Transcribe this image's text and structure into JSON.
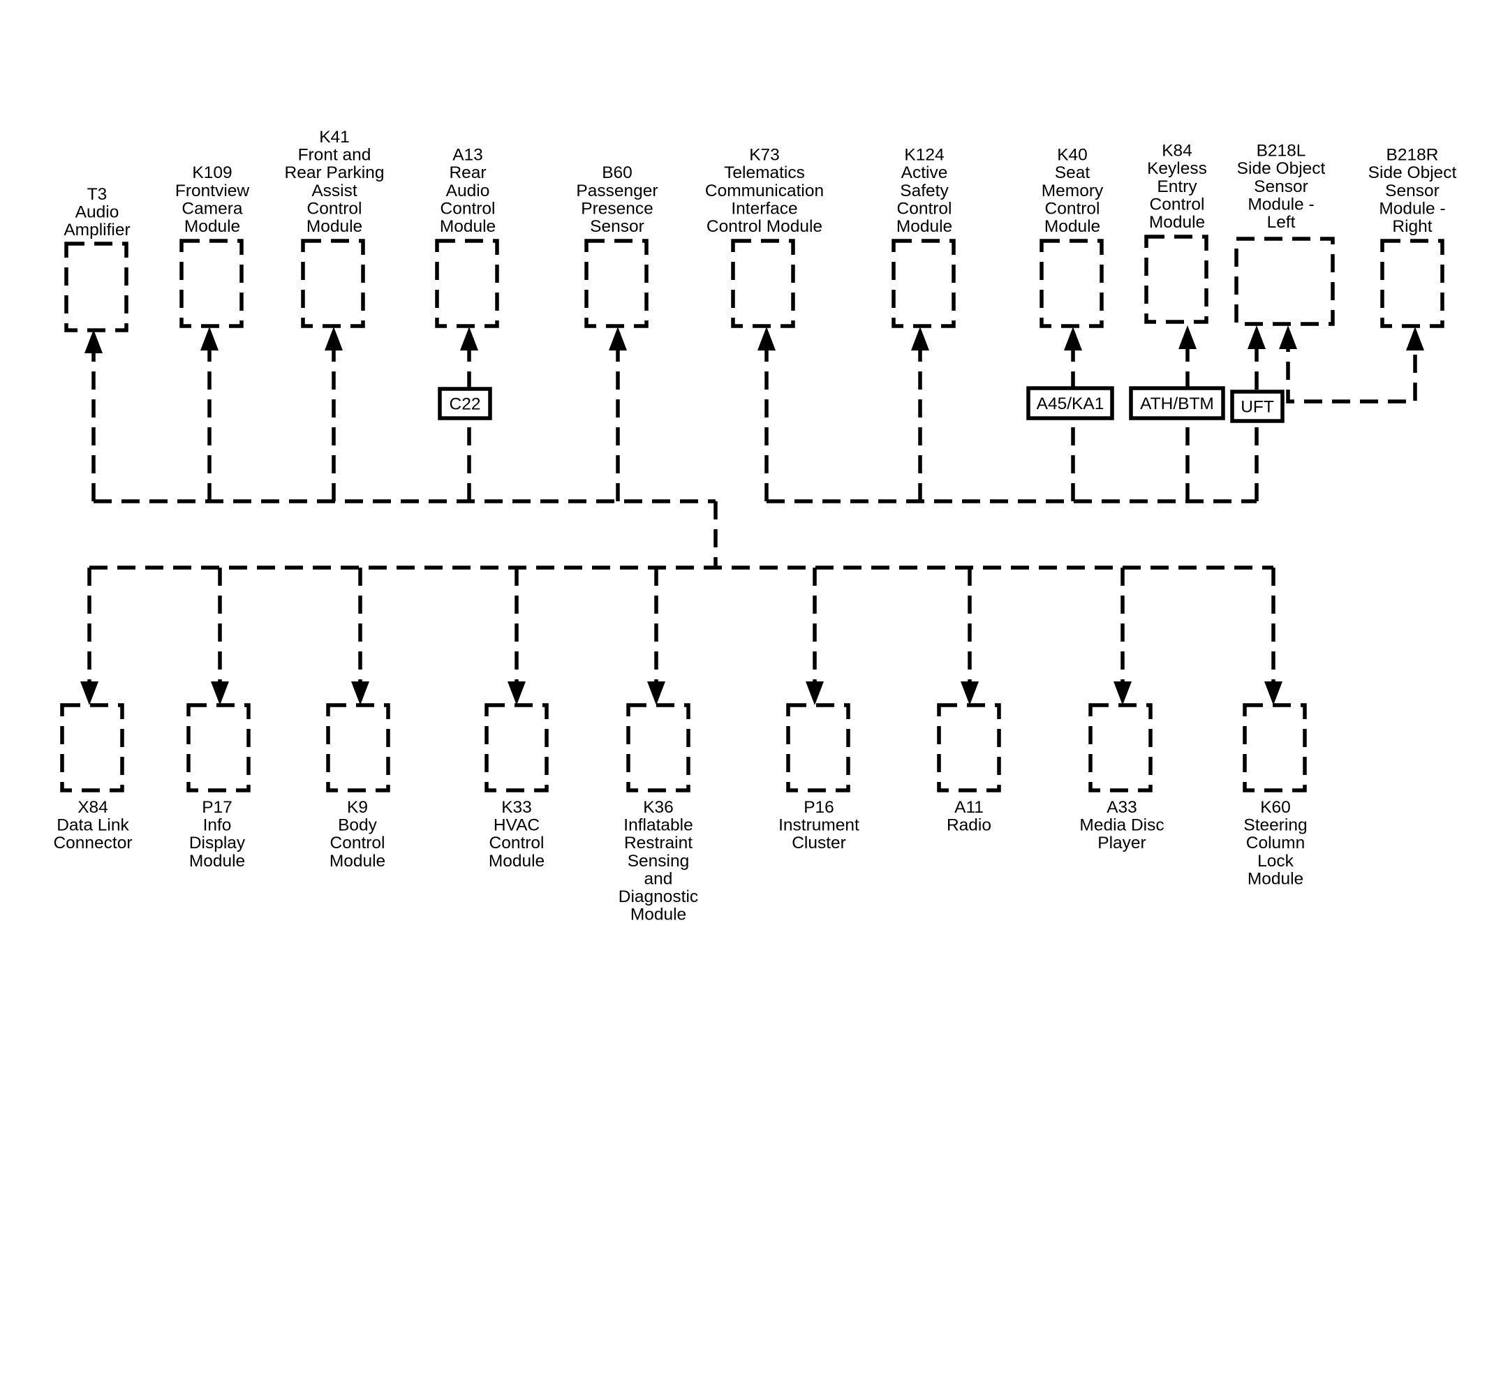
{
  "top_modules": [
    {
      "id": "t3",
      "lines": [
        "T3",
        "Audio",
        "Amplifier"
      ]
    },
    {
      "id": "k109",
      "lines": [
        "K109",
        "Frontview",
        "Camera",
        "Module"
      ]
    },
    {
      "id": "k41",
      "lines": [
        "K41",
        "Front and",
        "Rear Parking",
        "Assist",
        "Control",
        "Module"
      ]
    },
    {
      "id": "a13",
      "lines": [
        "A13",
        "Rear",
        "Audio",
        "Control",
        "Module"
      ]
    },
    {
      "id": "b60",
      "lines": [
        "B60",
        "Passenger",
        "Presence",
        "Sensor"
      ]
    },
    {
      "id": "k73",
      "lines": [
        "K73",
        "Telematics",
        "Communication",
        "Interface",
        "Control Module"
      ]
    },
    {
      "id": "k124",
      "lines": [
        "K124",
        "Active",
        "Safety",
        "Control",
        "Module"
      ]
    },
    {
      "id": "k40",
      "lines": [
        "K40",
        "Seat",
        "Memory",
        "Control",
        "Module"
      ]
    },
    {
      "id": "k84",
      "lines": [
        "K84",
        "Keyless",
        "Entry",
        "Control",
        "Module"
      ]
    },
    {
      "id": "b218l",
      "lines": [
        "B218L",
        "Side Object",
        "Sensor",
        "Module -",
        "Left"
      ]
    },
    {
      "id": "b218r",
      "lines": [
        "B218R",
        "Side Object",
        "Sensor",
        "Module -",
        "Right"
      ]
    }
  ],
  "bottom_modules": [
    {
      "id": "x84",
      "lines": [
        "X84",
        "Data Link",
        "Connector"
      ]
    },
    {
      "id": "p17",
      "lines": [
        "P17",
        "Info",
        "Display",
        "Module"
      ]
    },
    {
      "id": "k9",
      "lines": [
        "K9",
        "Body",
        "Control",
        "Module"
      ]
    },
    {
      "id": "k33",
      "lines": [
        "K33",
        "HVAC",
        "Control",
        "Module"
      ]
    },
    {
      "id": "k36",
      "lines": [
        "K36",
        "Inflatable",
        "Restraint",
        "Sensing",
        "and",
        "Diagnostic",
        "Module"
      ]
    },
    {
      "id": "p16",
      "lines": [
        "P16",
        "Instrument",
        "Cluster"
      ]
    },
    {
      "id": "a11",
      "lines": [
        "A11",
        "Radio"
      ]
    },
    {
      "id": "a33",
      "lines": [
        "A33",
        "Media Disc",
        "Player"
      ]
    },
    {
      "id": "k60",
      "lines": [
        "K60",
        "Steering",
        "Column",
        "Lock",
        "Module"
      ]
    }
  ],
  "connectors": [
    {
      "id": "c22",
      "label": "C22"
    },
    {
      "id": "a45ka1",
      "label": "A45/KA1"
    },
    {
      "id": "athbtm",
      "label": "ATH/BTM"
    },
    {
      "id": "uft",
      "label": "UFT"
    }
  ]
}
